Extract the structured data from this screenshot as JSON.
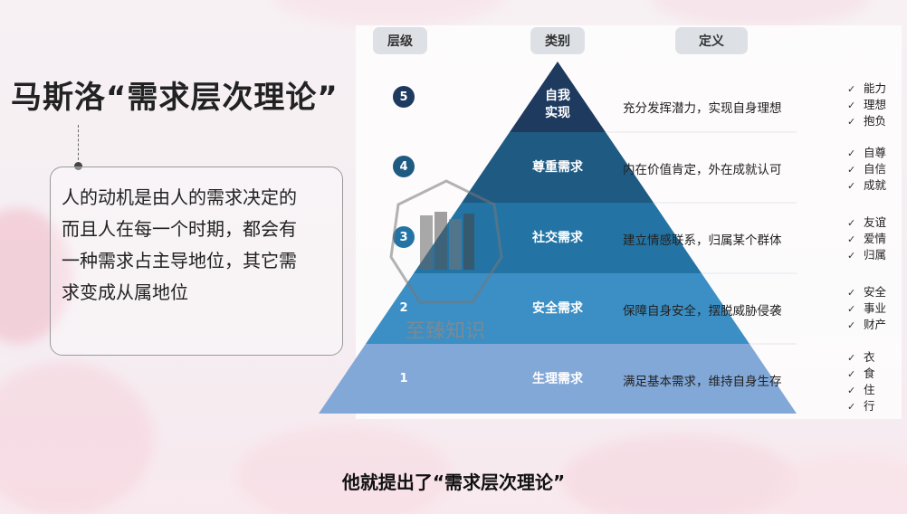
{
  "title": "马斯洛“需求层次理论”",
  "description": [
    "人的动机是由人的需求决定的",
    "而且人在每一个时期，都会有",
    "一种需求占主导地位，其它需",
    "求变成从属地位"
  ],
  "headers": {
    "level": "层级",
    "type": "类别",
    "definition": "定义"
  },
  "tiers": [
    {
      "level": "5",
      "type_line1": "自我",
      "type_line2": "实现",
      "definition": "充分发挥潜力，实现自身理想",
      "items": [
        "能力",
        "理想",
        "抱负"
      ],
      "color": "#1e3a5f"
    },
    {
      "level": "4",
      "type_line1": "尊重需求",
      "type_line2": "",
      "definition": "内在价值肯定，外在成就认可",
      "items": [
        "自尊",
        "自信",
        "成就"
      ],
      "color": "#1f5a82"
    },
    {
      "level": "3",
      "type_line1": "社交需求",
      "type_line2": "",
      "definition": "建立情感联系，归属某个群体",
      "items": [
        "友谊",
        "爱情",
        "归属"
      ],
      "color": "#2374a4"
    },
    {
      "level": "2",
      "type_line1": "安全需求",
      "type_line2": "",
      "definition": "保障自身安全，摆脱威胁侵袭",
      "items": [
        "安全",
        "事业",
        "财产"
      ],
      "color": "#3b8fc4"
    },
    {
      "level": "1",
      "type_line1": "生理需求",
      "type_line2": "",
      "definition": "满足基本需求，维持自身生存",
      "items": [
        "衣",
        "食",
        "住",
        "行"
      ],
      "color": "#82a8d8"
    }
  ],
  "check_mark": "✓",
  "watermark": "至臻知识",
  "subtitle": "他就提出了“需求层次理论”"
}
